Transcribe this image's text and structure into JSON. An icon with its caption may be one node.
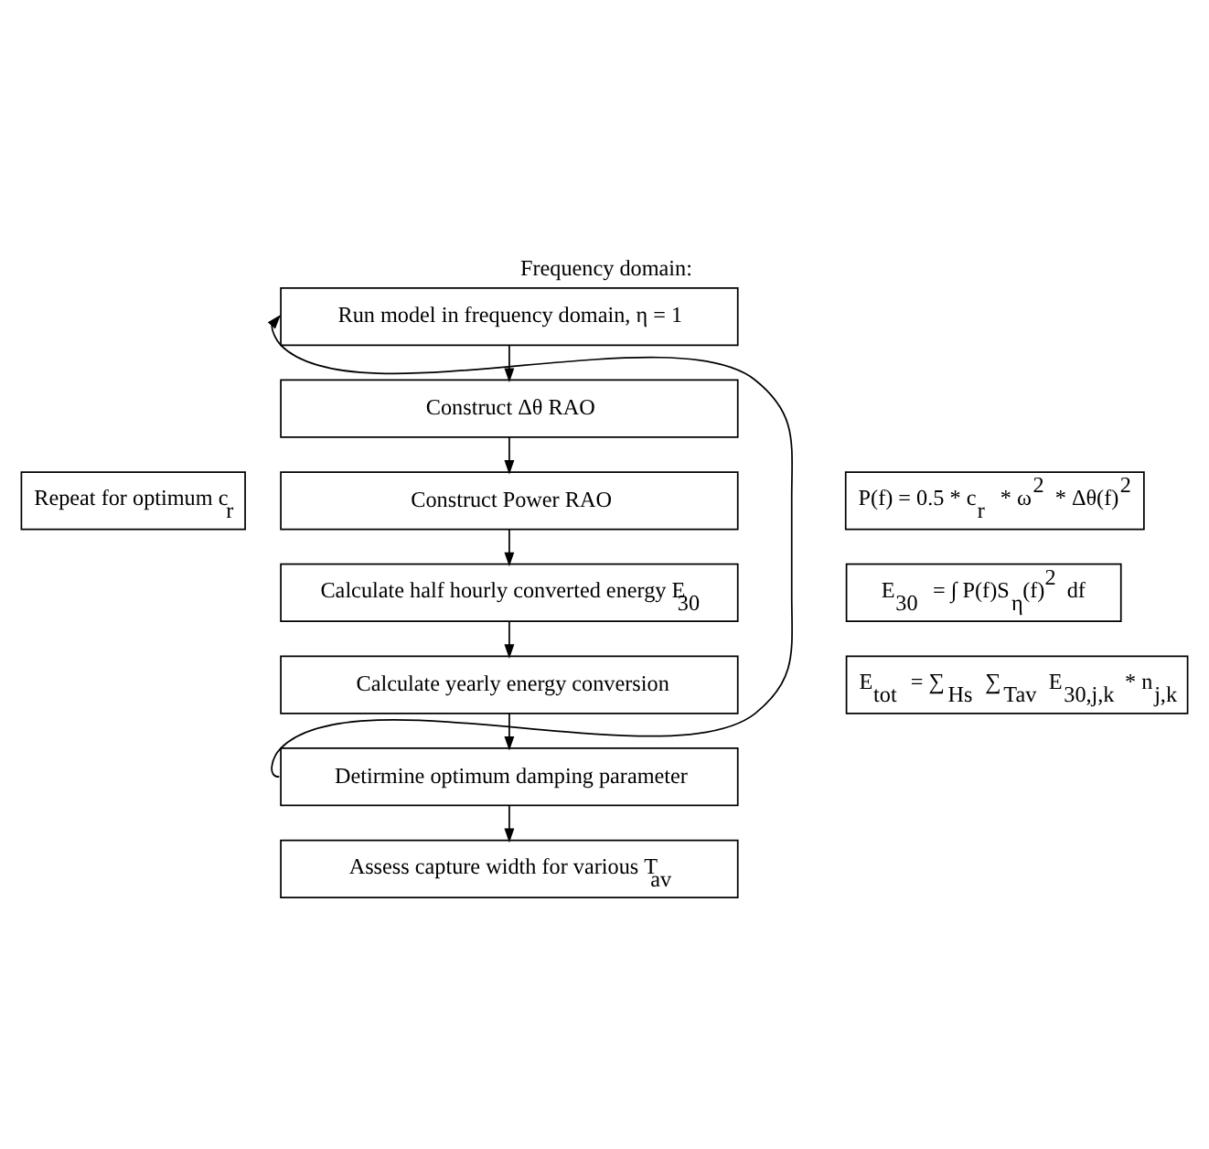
{
  "diagram": {
    "title": "Frequency domain:",
    "nodes": [
      {
        "text": [
          "Run model in frequency domain, η = 1"
        ]
      },
      {
        "text": [
          "Construct Δθ RAO"
        ]
      },
      {
        "text": [
          "P(f) = 0.5 * c$_{r}$ * ω$^{2}$ * Δθ(f)$^{2}$"
        ]
      },
      {
        "text": [
          "Construct Power RAO"
        ]
      },
      {
        "text": [
          "E$_{30}$ = ∫ P(f)S$_{η}$(f)$^{2}$ df"
        ]
      },
      {
        "text": [
          "Calculate half hourly converted energy E$_{30}$"
        ]
      },
      {
        "text": [
          "E$_{tot}$ = ∑$_{Hs}$ ∑$_{Tav}$ E$_{30,j,k}$ * n$_{j,k}$"
        ]
      },
      {
        "text": [
          "Calculate yearly energy conversion"
        ]
      },
      {
        "text": [
          "Detirmine optimum damping parameter"
        ]
      },
      {
        "text": [
          "Assess capture width for various T$_{av}$"
        ]
      },
      {
        "text": [
          "Repeat for optimum c$_{r}$"
        ]
      }
    ],
    "edges": [
      {
        "from": 0,
        "to": 1,
        "arrow": "to"
      },
      {
        "from": 1,
        "to": 3,
        "arrow": "to"
      },
      {
        "from": 3,
        "to": 5,
        "arrow": "to"
      },
      {
        "from": 5,
        "to": 7,
        "arrow": "to"
      },
      {
        "from": 7,
        "to": 8,
        "arrow": "to"
      },
      {
        "from": 8,
        "to": 9,
        "arrow": "to"
      },
      {
        "from": 8,
        "to": 0,
        "arrow": "to"
      }
    ]
  }
}
